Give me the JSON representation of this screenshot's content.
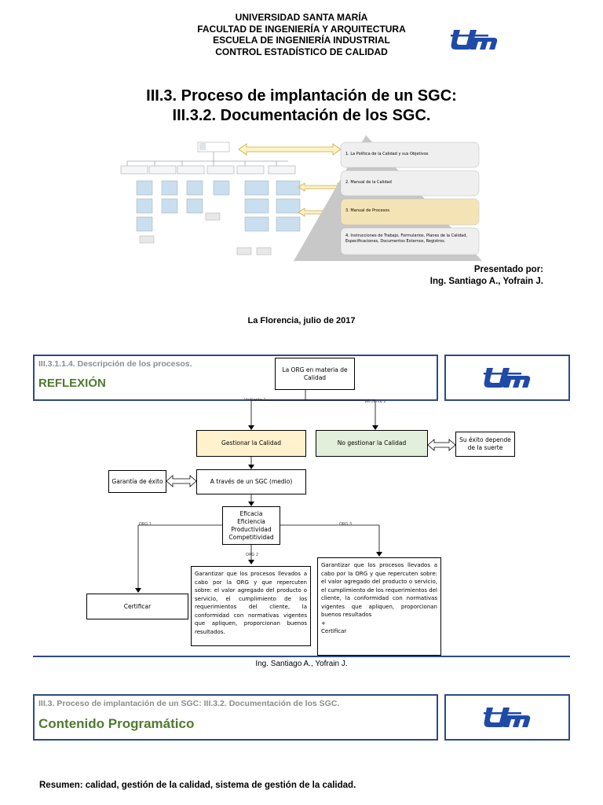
{
  "header": {
    "line1": "UNIVERSIDAD SANTA MARÍA",
    "line2": "FACULTAD DE INGENIERÍA Y ARQUITECTURA",
    "line3": "ESCUELA DE INGENIERÍA INDUSTRIAL",
    "line4": "CONTROL ESTADÍSTICO DE CALIDAD"
  },
  "title": {
    "line1": "III.3. Proceso de implantación de un SGC:",
    "line2": "III.3.2. Documentación de los SGC."
  },
  "pyramid": {
    "level1": "1. La Política de la Calidad y sus Objetivos",
    "level2": "2. Manual de la Calidad",
    "level3": "3. Manual de Procesos",
    "level4": "4. Instrucciones de Trabajo, Formularios, Planes de la Calidad, Especificaciones, Documentos Externos, Registros."
  },
  "presenter": {
    "label": "Presentado por:",
    "name": "Ing. Santiago A., Yofrain J."
  },
  "date": "La Florencia, julio de 2017",
  "slide1": {
    "subtitle": "III.3.1.1.4. Descripción de los procesos.",
    "heading": "REFLEXIÓN",
    "diagram": {
      "top": "La ORG en materia de Calidad",
      "vertiente1": "Vertiente 1",
      "vertiente2": "Vertiente 2",
      "gestionar": "Gestionar la Calidad",
      "no_gestionar": "No gestionar la Calidad",
      "suerte": "Su éxito depende de la suerte",
      "garantia": "Garantía de éxito",
      "sgc": "A través de un SGC (medio)",
      "eficacia": "Eficacia\nEficiencia\nProductividad\nCompetitividad",
      "org1": "ORG 1",
      "org2": "ORG 2",
      "org3": "ORG 3",
      "certificar": "Certificar",
      "garantizar": "Garantizar que los procesos llevados a cabo por la ORG y que repercuten sobre: el valor agregado del producto o servicio, el cumplimiento de los requerimientos del cliente, la conformidad con normativas vigentes que apliquen, proporcionan buenos resultados.",
      "garantizar2": "Garantizar que los procesos llevados a cabo por la ORG y que repercuten sobre: el valor agregado del producto o servicio, el cumplimiento de los requerimientos del cliente, la conformidad con normativas vigentes que apliquen, proporcionan buenos resultados",
      "plus": "+",
      "certificar2": "Certificar"
    }
  },
  "footer": "Ing. Santiago A., Yofrain J.",
  "slide2": {
    "subtitle": "III.3. Proceso de implantación de un SGC: III.3.2. Documentación de los SGC.",
    "heading": "Contenido Programático"
  },
  "resumen": "Resumen: calidad, gestión de la calidad, sistema de gestión de la calidad.",
  "colors": {
    "usm_blue": "#1f4aa8",
    "panel_border": "#2e4a86",
    "heading_green": "#4e7a2e"
  }
}
